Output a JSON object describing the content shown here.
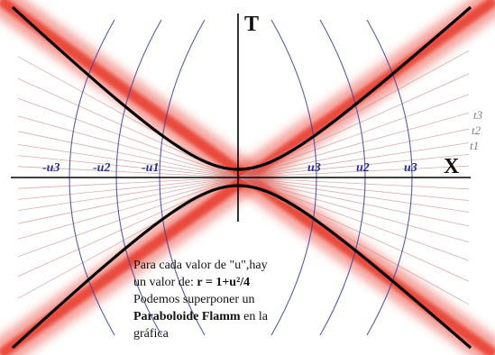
{
  "axes": {
    "x_label": "X",
    "t_label": "T"
  },
  "u_labels": {
    "left": [
      "-u3",
      "-u2",
      "-u1"
    ],
    "right": [
      "u3",
      "u2",
      "u3"
    ]
  },
  "t_labels": [
    "t3",
    "t2",
    "t1"
  ],
  "caption": {
    "line1": "Para cada valor de \"u\",hay",
    "line2_prefix": "un valor de: ",
    "line2_formula": "r = 1+u²/4",
    "line3": "Podemos superponer un",
    "line4_bold": "Paraboloide Flamm",
    "line4_rest": " en la",
    "line5": "gráfica"
  },
  "colors": {
    "horizon": "#e8392a",
    "time_slices": "#c98a8a",
    "flow_lines": "#3a3f9e",
    "singularity": "#000000",
    "axes": "#000000"
  }
}
